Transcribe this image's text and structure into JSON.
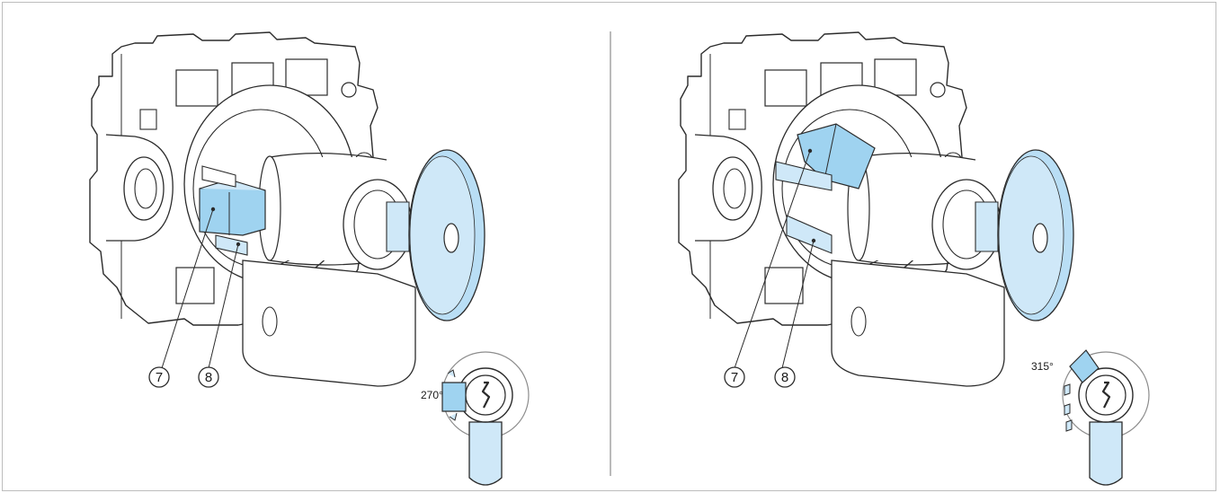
{
  "panels": [
    {
      "callouts": [
        "7",
        "8"
      ],
      "angle_label": "270°"
    },
    {
      "callouts": [
        "7",
        "8"
      ],
      "angle_label": "315°"
    }
  ],
  "colors": {
    "line": "#2b2b2b",
    "highlight": "#9fd3f0",
    "highlight_light": "#cfe8f8",
    "frame": "#bdbdbd",
    "divider": "#8c8c8c"
  },
  "icons": {
    "lock_body": "lock-mounting-bracket-icon",
    "key": "key-icon",
    "cylinder_view": "lock-cylinder-front-icon"
  }
}
